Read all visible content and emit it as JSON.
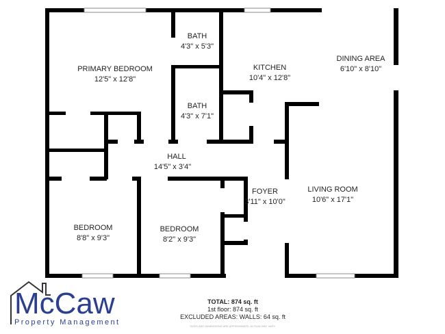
{
  "rooms": {
    "primary_bedroom": {
      "name": "PRIMARY BEDROOM",
      "dims": "12'5\" x 12'8\""
    },
    "bath_upper": {
      "name": "BATH",
      "dims": "4'3\" x 5'3\""
    },
    "bath_lower": {
      "name": "BATH",
      "dims": "4'3\" x 7'1\""
    },
    "kitchen": {
      "name": "KITCHEN",
      "dims": "10'4\" x 12'8\""
    },
    "dining_area": {
      "name": "DINING AREA",
      "dims": "6'10\" x 8'10\""
    },
    "hall": {
      "name": "HALL",
      "dims": "14'5\" x 3'4\""
    },
    "foyer": {
      "name": "FOYER",
      "dims": "3'11\" x 10'0\""
    },
    "living_room": {
      "name": "LIVING ROOM",
      "dims": "10'6\" x 17'1\""
    },
    "bedroom_left": {
      "name": "BEDROOM",
      "dims": "8'8\" x 9'3\""
    },
    "bedroom_right": {
      "name": "BEDROOM",
      "dims": "8'2\" x 9'3\""
    }
  },
  "logo": {
    "name": "McCaw",
    "tagline": "Property Management",
    "color": "#2a3f8f"
  },
  "summary": {
    "total": "TOTAL: 874 sq. ft",
    "first_floor": "1st floor: 874 sq. ft",
    "excluded": "EXCLUDED AREAS: WALLS: 64 sq. ft",
    "disclaimer": "SIZES AND DIMENSIONS ARE APPROXIMATE, ACTUAL MAY VARY."
  }
}
